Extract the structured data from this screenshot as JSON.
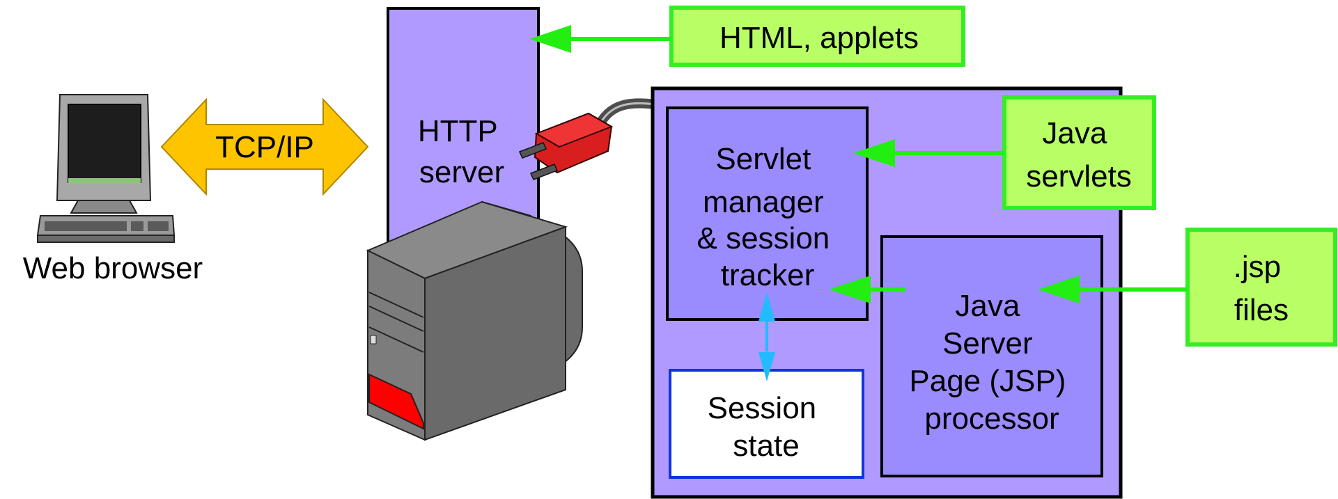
{
  "labels": {
    "web_browser": "Web browser",
    "tcpip": "TCP/IP",
    "http_server": [
      "HTTP",
      "server"
    ],
    "html_applets": "HTML, applets",
    "servlet_manager": [
      "Servlet",
      "manager",
      "& session",
      "tracker"
    ],
    "java_servlets": [
      "Java",
      "servlets"
    ],
    "jsp_files": [
      ".jsp",
      "files"
    ],
    "jsp_processor": [
      "Java",
      "Server",
      "Page (JSP)",
      "processor"
    ],
    "session_state": [
      "Session",
      "state"
    ]
  },
  "colors": {
    "server_fill": "#b09aff",
    "inner_box_fill": "#9a8cff",
    "green_box_fill": "#b8ff66",
    "green_border": "#33ee22",
    "green_arrow": "#22ee11",
    "tcp_arrow_fill": "#ffc400",
    "double_arrow": "#22bbff",
    "session_border": "#1133dd",
    "plug_red": "#d81e1e",
    "computer_gray": "#6e6e6e",
    "drive_red": "#ff0000"
  },
  "icons": [
    "computer-icon",
    "server-machine-icon",
    "plug-icon"
  ]
}
